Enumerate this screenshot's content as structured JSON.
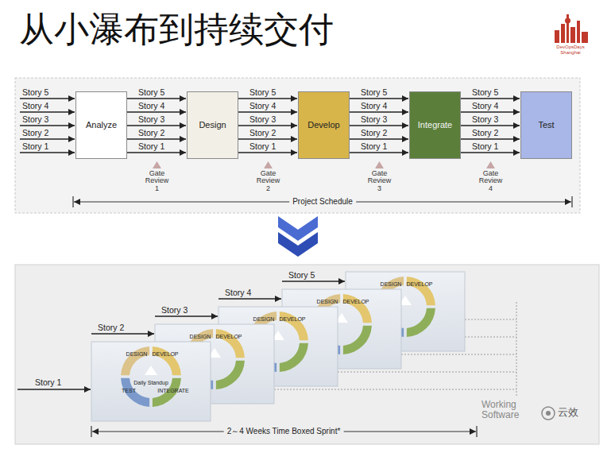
{
  "diagram": {
    "title": "从小瀑布到持续交付",
    "nodes": [
      {
        "text": [
          "Analyze"
        ]
      },
      {
        "text": [
          "Design"
        ]
      },
      {
        "text": [
          "Develop"
        ]
      },
      {
        "text": [
          "Integrate"
        ]
      },
      {
        "text": [
          "Test"
        ]
      }
    ],
    "edges": [
      {
        "from": 0,
        "to": 1,
        "arrow": "to",
        "label": "Story 5"
      },
      {
        "from": 0,
        "to": 1,
        "arrow": "to",
        "label": "Story 4"
      },
      {
        "from": 0,
        "to": 1,
        "arrow": "to",
        "label": "Story 3"
      },
      {
        "from": 0,
        "to": 1,
        "arrow": "to",
        "label": "Story 2"
      },
      {
        "from": 0,
        "to": 1,
        "arrow": "to",
        "label": "Story 1"
      },
      {
        "from": 1,
        "to": 2,
        "arrow": "to",
        "label": "Story 5"
      },
      {
        "from": 1,
        "to": 2,
        "arrow": "to",
        "label": "Story 4"
      },
      {
        "from": 1,
        "to": 2,
        "arrow": "to",
        "label": "Story 3"
      },
      {
        "from": 1,
        "to": 2,
        "arrow": "to",
        "label": "Story 2"
      },
      {
        "from": 1,
        "to": 2,
        "arrow": "to",
        "label": "Story 1"
      },
      {
        "from": 2,
        "to": 3,
        "arrow": "to",
        "label": "Story 5"
      },
      {
        "from": 2,
        "to": 3,
        "arrow": "to",
        "label": "Story 4"
      },
      {
        "from": 2,
        "to": 3,
        "arrow": "to",
        "label": "Story 3"
      },
      {
        "from": 2,
        "to": 3,
        "arrow": "to",
        "label": "Story 2"
      },
      {
        "from": 2,
        "to": 3,
        "arrow": "to",
        "label": "Story 1"
      },
      {
        "from": 3,
        "to": 4,
        "arrow": "to",
        "label": "Story 5"
      },
      {
        "from": 3,
        "to": 4,
        "arrow": "to",
        "label": "Story 4"
      },
      {
        "from": 3,
        "to": 4,
        "arrow": "to",
        "label": "Story 3"
      },
      {
        "from": 3,
        "to": 4,
        "arrow": "to",
        "label": "Story 2"
      },
      {
        "from": 3,
        "to": 4,
        "arrow": "to",
        "label": "Story 1"
      }
    ],
    "labels": [
      "DevOpsDays Shanghai",
      "Story 5",
      "Story 4",
      "Story 3",
      "Story 2",
      "Story 1",
      "Gate Review 1",
      "Gate Review 2",
      "Gate Review 3",
      "Gate Review 4",
      "Project Schedule",
      "Story 1",
      "Story 2",
      "Story 3",
      "Story 4",
      "Story 5",
      "DESIGN",
      "DEVELOP",
      "INTEGRATE",
      "TEST",
      "Daily Standup",
      "DESIGN",
      "DEVELOP",
      "DESIGN",
      "DEVELOP",
      "DESIGN",
      "DEVELOP",
      "DESIGN",
      "DEVELOP",
      "2～4 Weeks Time Boxed Sprint*",
      "Working Software",
      "云效"
    ]
  }
}
